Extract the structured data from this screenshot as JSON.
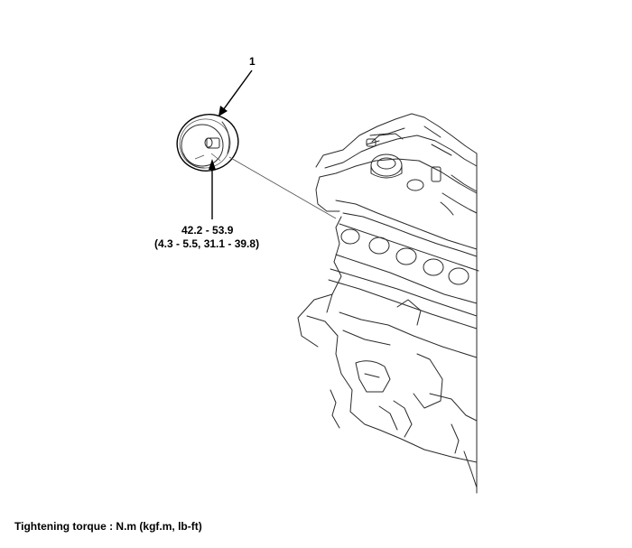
{
  "diagram": {
    "callout_number": "1",
    "torque_nm": "42.2 - 53.9",
    "torque_alt": "(4.3 - 5.5, 31.1 - 39.8)",
    "footer_note": "Tightening torque : N.m (kgf.m, lb-ft)"
  },
  "colors": {
    "line": "#2a2a2a",
    "text": "#000000",
    "background": "#ffffff"
  }
}
